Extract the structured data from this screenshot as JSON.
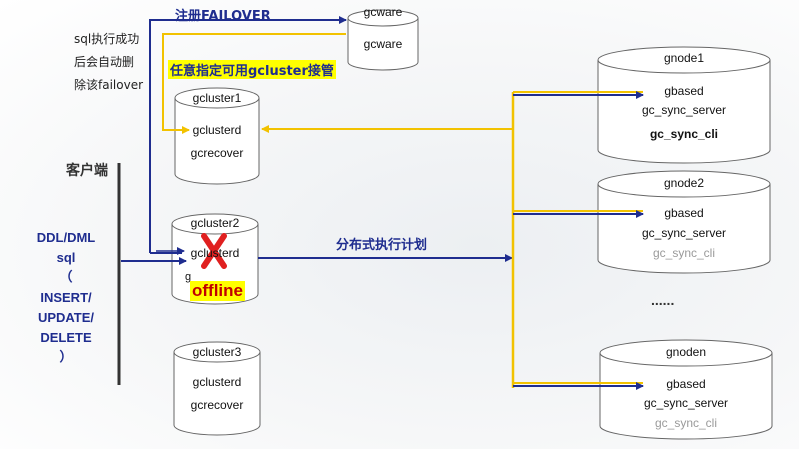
{
  "colors": {
    "arrow_blue": "#1f2d8f",
    "arrow_yellow": "#f2c200",
    "highlight_yellow": "#ffff00",
    "offline_text": "#c00000",
    "cross_red": "#e02020",
    "cylinder_stroke": "#666666",
    "cylinder_fill": "#ffffff"
  },
  "labels": {
    "register_failover": "注册FAILOVER",
    "any_gcluster_takeover": "任意指定可用gcluster接管",
    "sql_note_line1": "sql执行成功",
    "sql_note_line2": "后会自动删",
    "sql_note_line3": "除该failover",
    "client": "客户端",
    "ddl_dml": [
      "DDL/DML",
      "sql",
      "（",
      "INSERT/",
      "UPDATE/",
      "DELETE",
      "）"
    ],
    "distributed_plan": "分布式执行计划",
    "ellipsis": "......",
    "offline": "offline"
  },
  "gcware": {
    "title": "gcware",
    "content": "gcware"
  },
  "gclusters": [
    {
      "title": "gcluster1",
      "lines": [
        "gclusterd",
        "gcrecover"
      ]
    },
    {
      "title": "gcluster2",
      "lines": [
        "gclusterd",
        "g"
      ]
    },
    {
      "title": "gcluster3",
      "lines": [
        "gclusterd",
        "gcrecover"
      ]
    }
  ],
  "gnodes": [
    {
      "title": "gnode1",
      "lines": [
        "gbased",
        "gc_sync_server",
        "gc_sync_cli"
      ]
    },
    {
      "title": "gnode2",
      "lines": [
        "gbased",
        "gc_sync_server",
        "gc_sync_cli"
      ]
    },
    {
      "title": "gnoden",
      "lines": [
        "gbased",
        "gc_sync_server",
        "gc_sync_cli"
      ]
    }
  ]
}
